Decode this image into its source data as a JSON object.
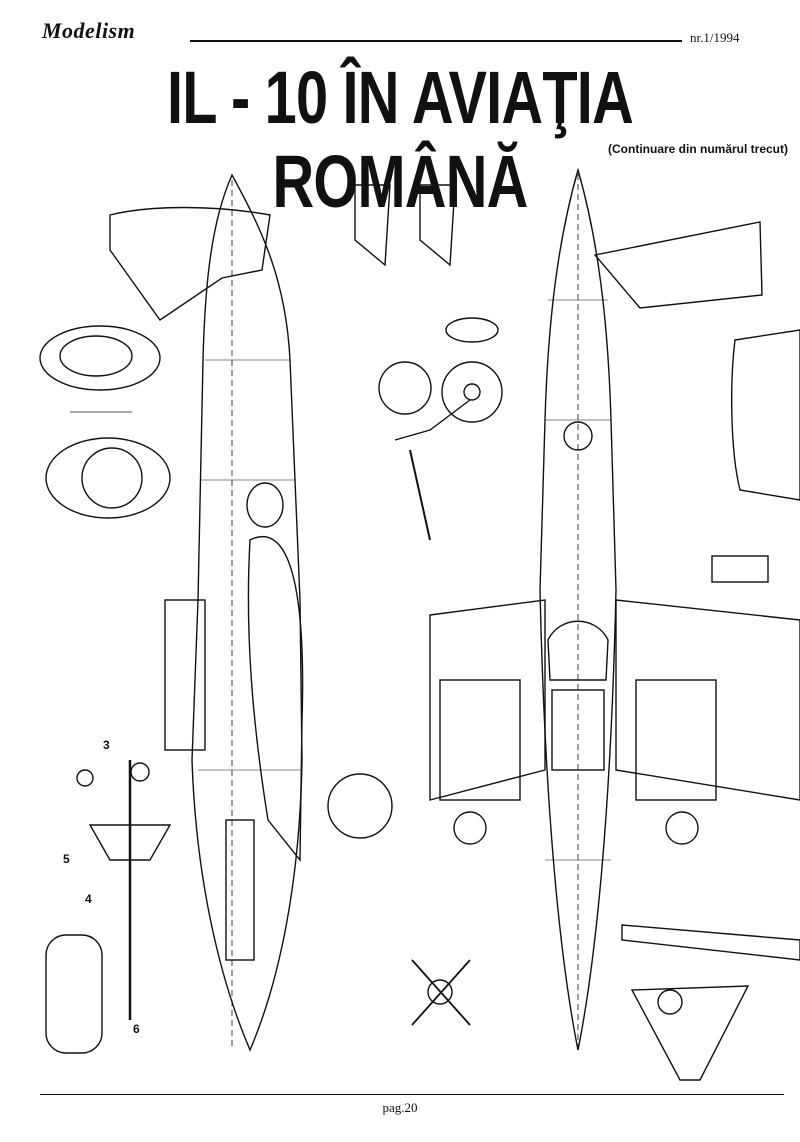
{
  "header": {
    "magazine_name": "Modelism",
    "issue": "nr.1/1994"
  },
  "article": {
    "title": "IL - 10  ÎN AVIAŢIA ROMÂNĂ",
    "subtitle": "(Continuare din numărul trecut)"
  },
  "drawing_labels": {
    "callout_3": "3",
    "callout_5": "5",
    "callout_4": "4",
    "callout_6": "6"
  },
  "footer": {
    "page": "pag.20"
  }
}
